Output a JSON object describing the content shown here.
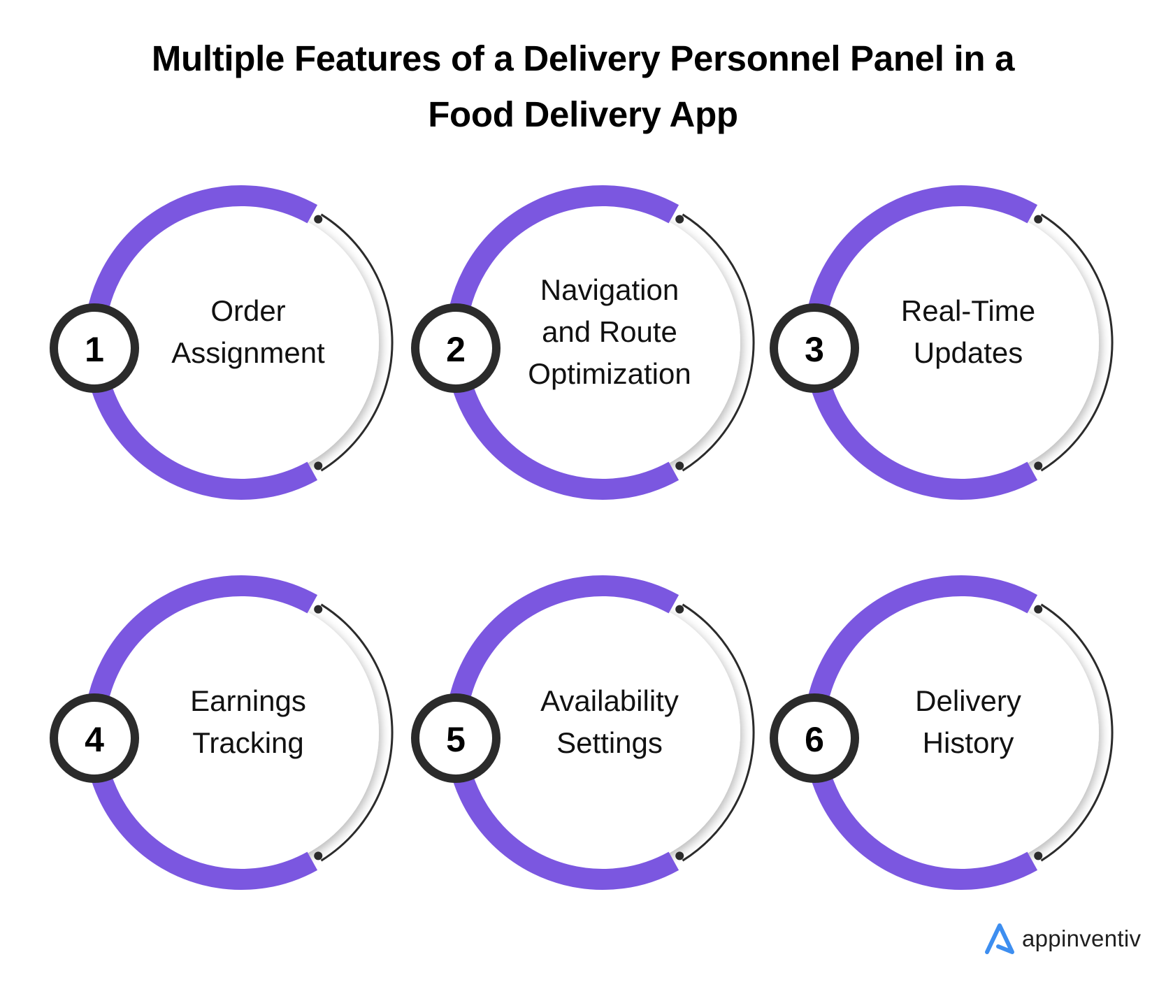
{
  "title": {
    "line1": "Multiple Features of a Delivery Personnel Panel in a",
    "line2": "Food Delivery App"
  },
  "colors": {
    "accent": "#7B57E0",
    "ring_dark": "#2B2B2B",
    "text": "#111111",
    "logo_blue": "#3D8EF0"
  },
  "features": [
    {
      "number": "1",
      "lines": [
        "Order",
        "Assignment"
      ]
    },
    {
      "number": "2",
      "lines": [
        "Navigation",
        "and Route",
        "Optimization"
      ]
    },
    {
      "number": "3",
      "lines": [
        "Real-Time",
        "Updates"
      ]
    },
    {
      "number": "4",
      "lines": [
        "Earnings",
        "Tracking"
      ]
    },
    {
      "number": "5",
      "lines": [
        "Availability",
        "Settings"
      ]
    },
    {
      "number": "6",
      "lines": [
        "Delivery",
        "History"
      ]
    }
  ],
  "logo": {
    "icon": "appinventiv-a-icon",
    "text": "appinventiv"
  }
}
